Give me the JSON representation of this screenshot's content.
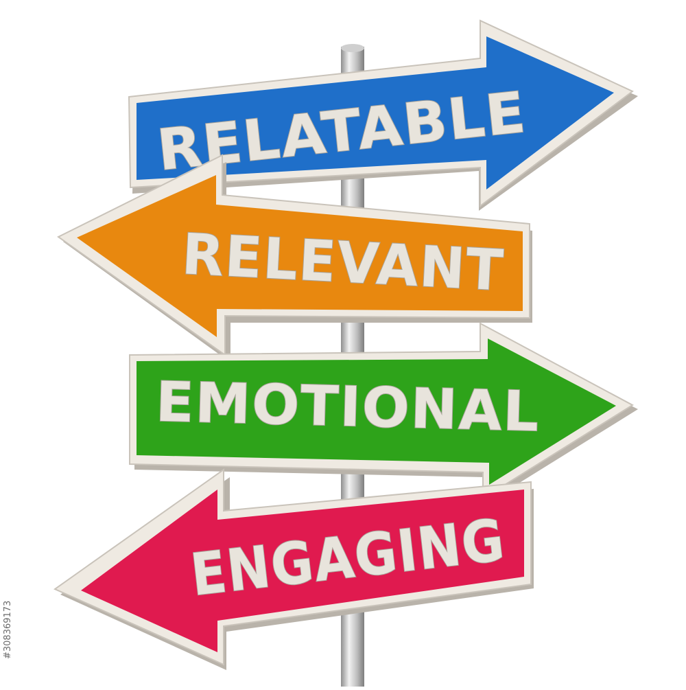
{
  "signs": [
    {
      "label": "RELATABLE",
      "direction": "right",
      "color": "#1f6fc9"
    },
    {
      "label": "RELEVANT",
      "direction": "left",
      "color": "#e8880f"
    },
    {
      "label": "EMOTIONAL",
      "direction": "right",
      "color": "#2ea31a"
    },
    {
      "label": "ENGAGING",
      "direction": "left",
      "color": "#e01a4f"
    }
  ],
  "frame_color": "#efeae2",
  "pole_color": "#b8b8b8",
  "stock_id": "#308369173"
}
